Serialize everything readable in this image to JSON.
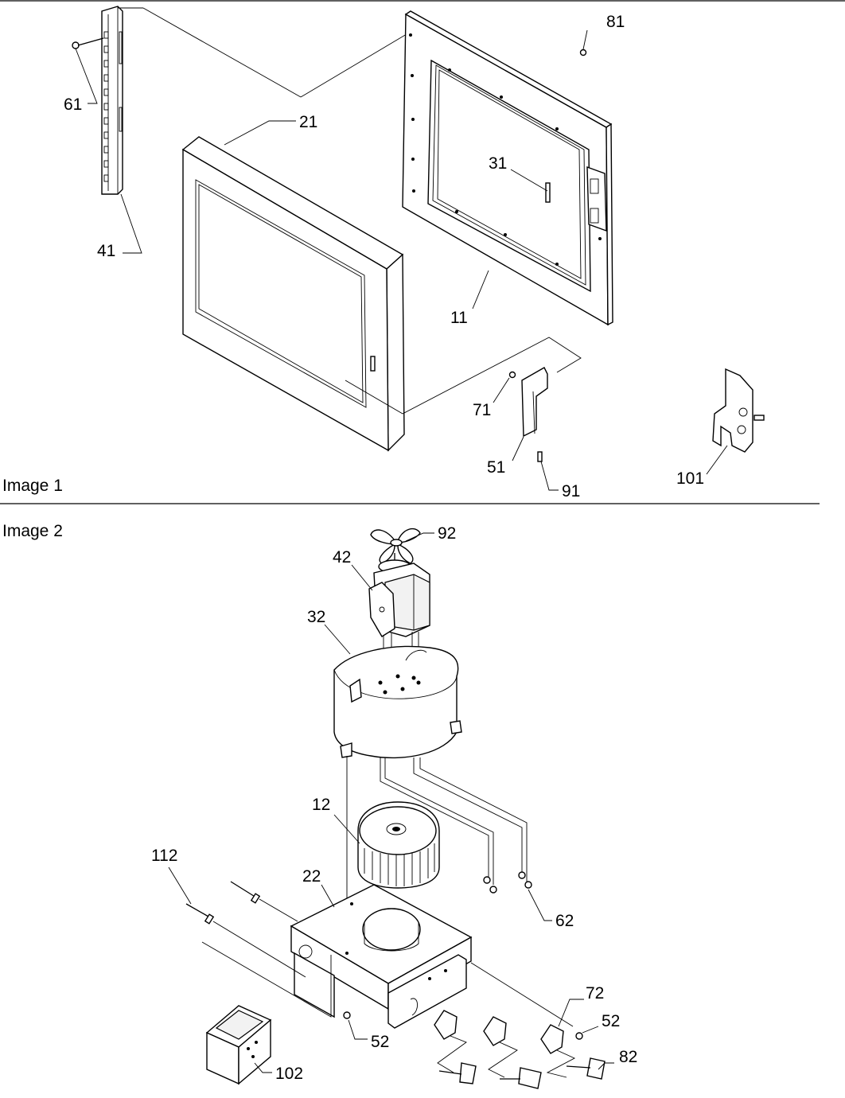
{
  "sections": [
    {
      "id": "image1",
      "label": "Image 1"
    },
    {
      "id": "image2",
      "label": "Image 2"
    }
  ],
  "callouts": {
    "p81": "81",
    "p61": "61",
    "p21": "21",
    "p31": "31",
    "p41": "41",
    "p11": "11",
    "p71": "71",
    "p51": "51",
    "p91": "91",
    "p101": "101",
    "p92": "92",
    "p42": "42",
    "p32": "32",
    "p12": "12",
    "p112": "112",
    "p22": "22",
    "p62": "62",
    "p72": "72",
    "p52a": "52",
    "p52b": "52",
    "p82": "82",
    "p102": "102"
  }
}
